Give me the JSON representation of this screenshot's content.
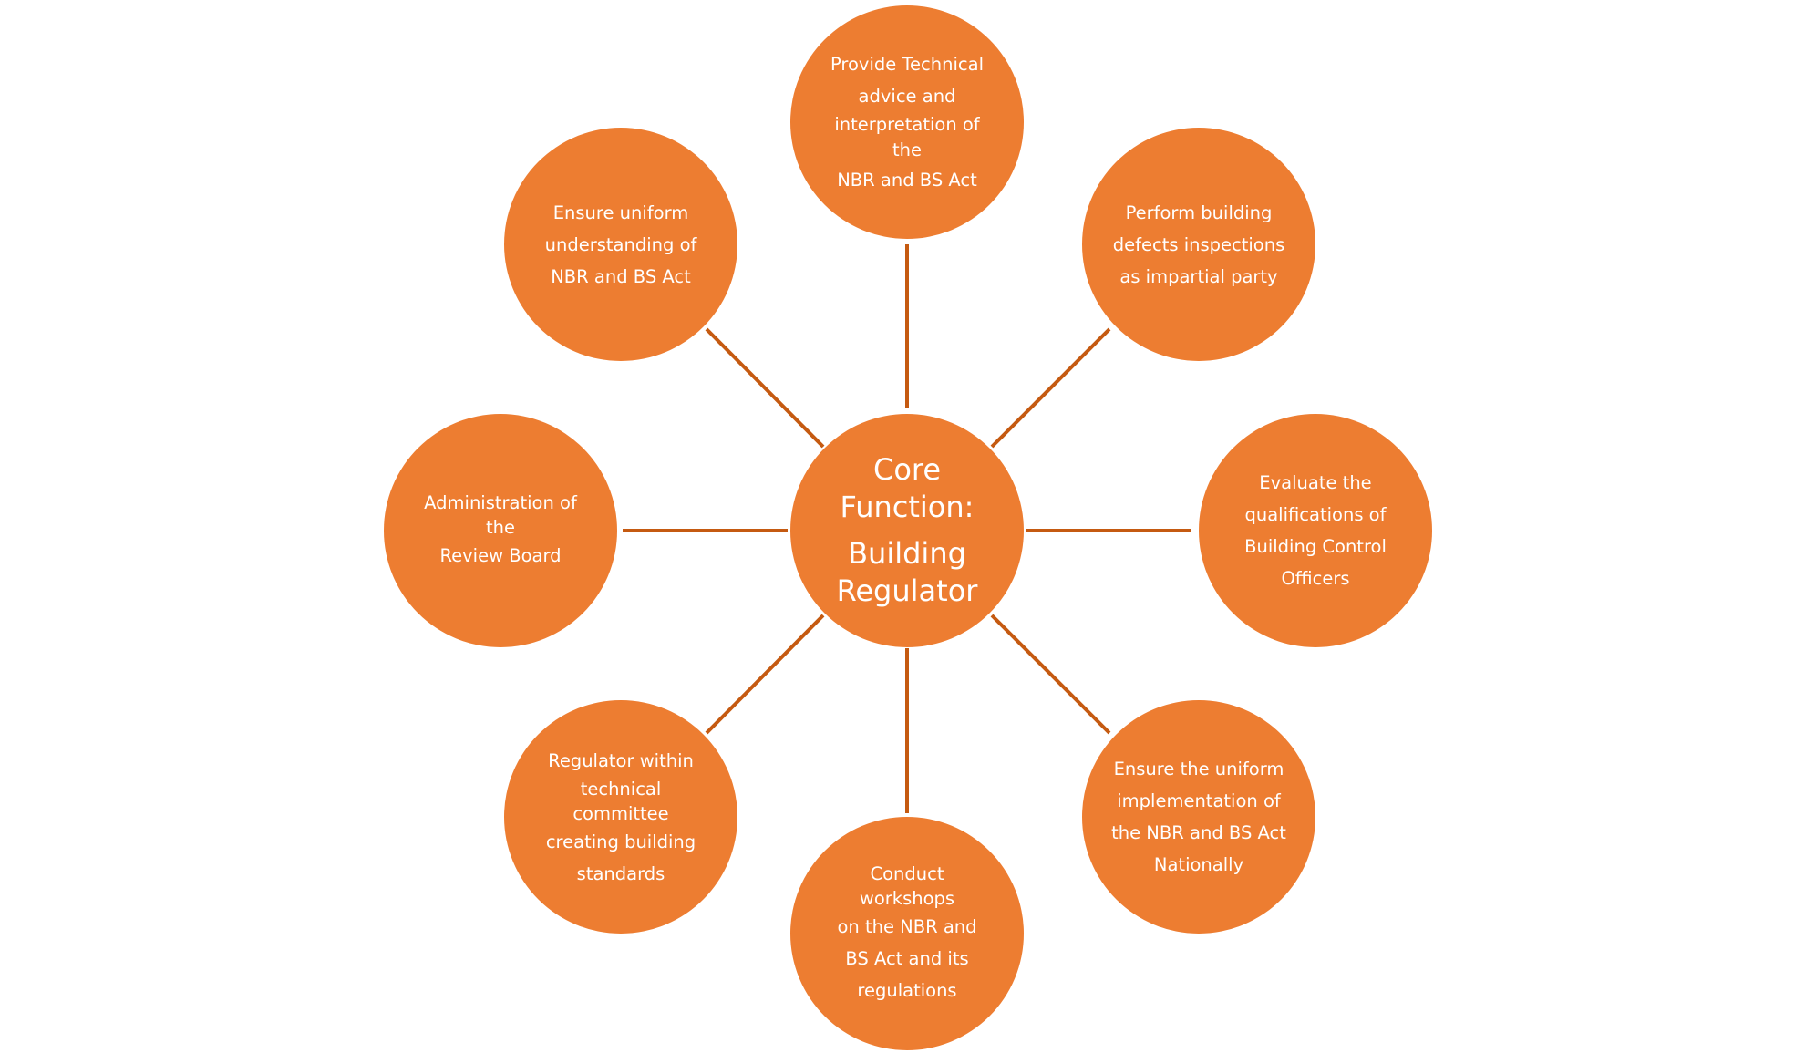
{
  "diagram": {
    "center": {
      "line1": "Core",
      "line2": "Function:",
      "line3": "Building",
      "line4": "Regulator"
    },
    "nodes": {
      "top": [
        "Provide Technical",
        "advice and",
        "interpretation of",
        "the",
        "NBR and BS Act"
      ],
      "top_right": [
        "Perform building",
        "defects inspections",
        "as impartial party"
      ],
      "right": [
        "Evaluate the",
        "qualifications of",
        "Building Control",
        "Officers"
      ],
      "bottom_right": [
        "Ensure the uniform",
        "implementation of",
        "the NBR and BS Act",
        "Nationally"
      ],
      "bottom": [
        "Conduct",
        "workshops",
        "on the NBR and",
        "BS Act and its",
        "regulations"
      ],
      "bottom_left": [
        "Regulator within",
        "technical",
        "committee",
        "creating building",
        "standards"
      ],
      "left": [
        "Administration of",
        "the",
        "Review Board"
      ],
      "top_left": [
        "Ensure uniform",
        "understanding of",
        "NBR and BS Act"
      ]
    },
    "colors": {
      "node_fill": "#ED7D31",
      "connector": "#C55A11",
      "text": "#FFFFFF"
    }
  }
}
